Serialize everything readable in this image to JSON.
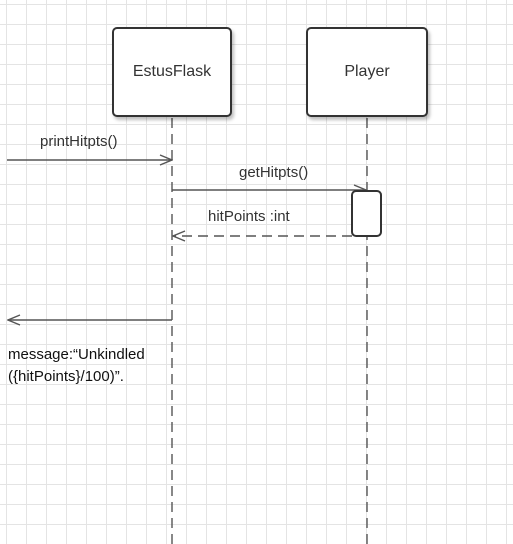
{
  "participants": {
    "estusflask": "EstusFlask",
    "player": "Player"
  },
  "messages": {
    "print_hitpts": "printHitpts()",
    "get_hitpts": "getHitpts()",
    "hitpoints_return": "hitPoints :int"
  },
  "note": {
    "line1": "message:“Unkindled",
    "line2": "({hitPoints}/100)”."
  },
  "colors": {
    "line": "#555555",
    "box_border": "#333333",
    "grid": "#e4e4e4"
  }
}
